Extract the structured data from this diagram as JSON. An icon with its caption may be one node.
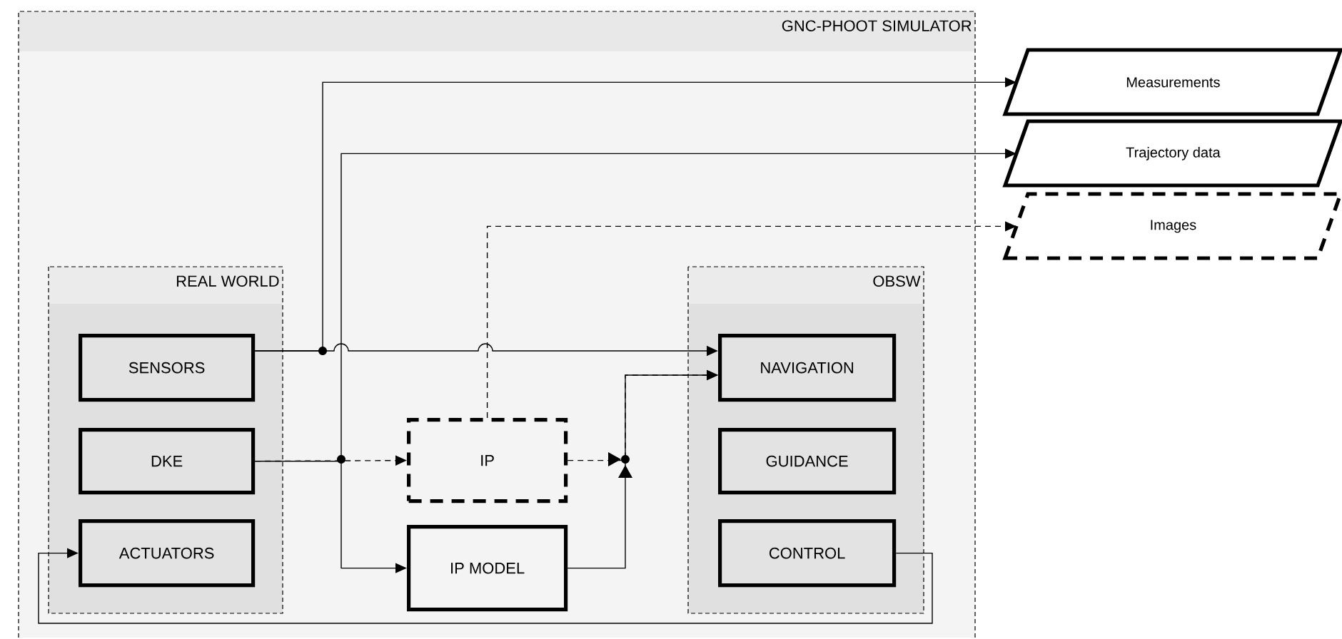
{
  "diagram": {
    "nodes": [
      {
        "text": [
          "GNC-PHOOT SIMULATOR"
        ]
      },
      {
        "text": [
          "REAL WORLD"
        ],
        "in": 0
      },
      {
        "text": [
          "SENSORS"
        ],
        "in": 1
      },
      {
        "text": [
          "DKE"
        ],
        "in": 1
      },
      {
        "text": [
          "ACTUATORS"
        ],
        "in": 1
      },
      {
        "text": [
          "IP"
        ],
        "in": 0
      },
      {
        "text": [
          "IP MODEL"
        ],
        "in": 0
      },
      {
        "text": [
          "OBSW"
        ],
        "in": 0
      },
      {
        "text": [
          "NAVIGATION"
        ],
        "in": 7
      },
      {
        "text": [
          "GUIDANCE"
        ],
        "in": 7
      },
      {
        "text": [
          "CONTROL"
        ],
        "in": 7
      },
      {
        "text": [
          "Measurements"
        ]
      },
      {
        "text": [
          "Trajectory data"
        ]
      },
      {
        "text": [
          "Images"
        ]
      }
    ],
    "edges": [
      {
        "from": 2,
        "to": 11,
        "arrow": "to"
      },
      {
        "from": 2,
        "to": 8,
        "arrow": "to"
      },
      {
        "from": 3,
        "to": 12,
        "arrow": "to"
      },
      {
        "from": 3,
        "to": 5,
        "arrow": "to",
        "style": "dashed"
      },
      {
        "from": 3,
        "to": 6,
        "arrow": "to"
      },
      {
        "from": 5,
        "to": 13,
        "arrow": "to",
        "style": "dashed"
      },
      {
        "from": 5,
        "to": 8,
        "arrow": "to",
        "style": "dashed"
      },
      {
        "from": 6,
        "to": 8,
        "arrow": "to"
      },
      {
        "from": 10,
        "to": 4,
        "arrow": "to"
      }
    ]
  }
}
